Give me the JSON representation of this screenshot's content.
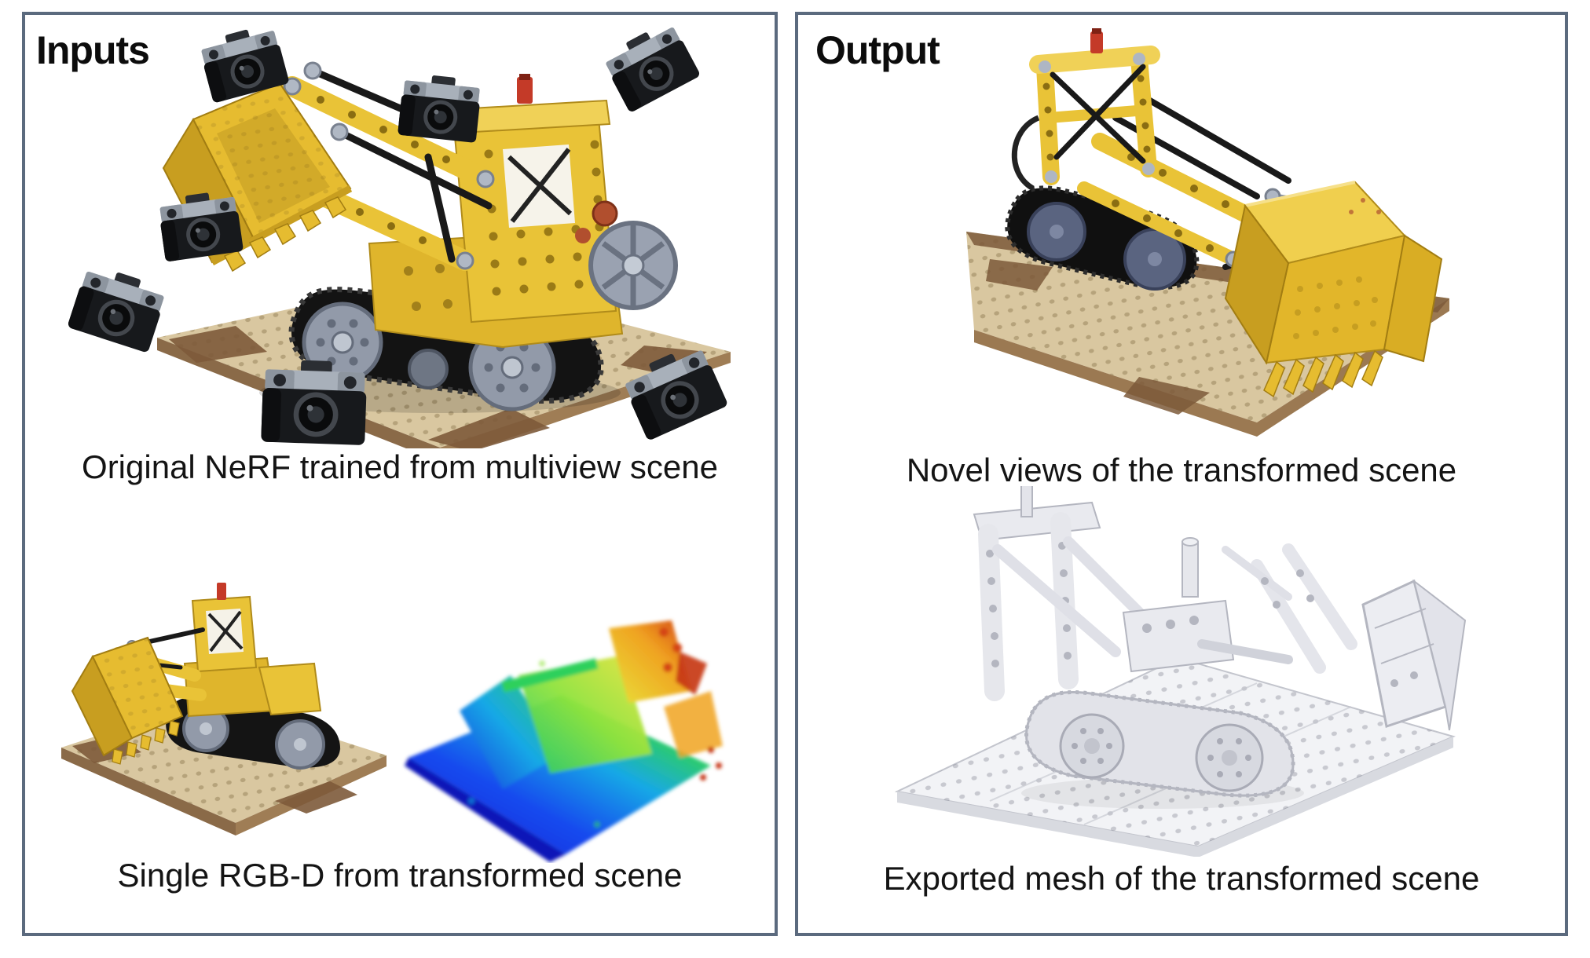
{
  "figure": {
    "background": "#ffffff",
    "panel_border_color": "#5b6a7e",
    "panels": {
      "inputs": {
        "title": "Inputs",
        "items": [
          {
            "name": "multiview-scene",
            "caption": "Original NeRF trained from multiview scene"
          },
          {
            "name": "single-rgbd",
            "caption": "Single RGB-D from transformed scene"
          }
        ]
      },
      "output": {
        "title": "Output",
        "items": [
          {
            "name": "novel-views",
            "caption": "Novel views of the transformed scene"
          },
          {
            "name": "exported-mesh",
            "caption": "Exported mesh of the transformed scene"
          }
        ]
      }
    },
    "icons": {
      "camera": "dslr-camera-icon",
      "camera_count": 7
    },
    "colors": {
      "lego_yellow": "#E9C337",
      "baseplate_tan": "#D9C7A0",
      "mud_brown": "#7D5A3A",
      "track_black": "#141414",
      "metal_gray": "#99A1AF",
      "beacon_red": "#C43A28",
      "mesh_gray": "#E9EAEF",
      "depth_colormap": [
        "#0B1FD0",
        "#1549EE",
        "#17A8E6",
        "#2FD05C",
        "#8FE33C",
        "#E8E23A",
        "#F0A321",
        "#C53412"
      ]
    }
  }
}
